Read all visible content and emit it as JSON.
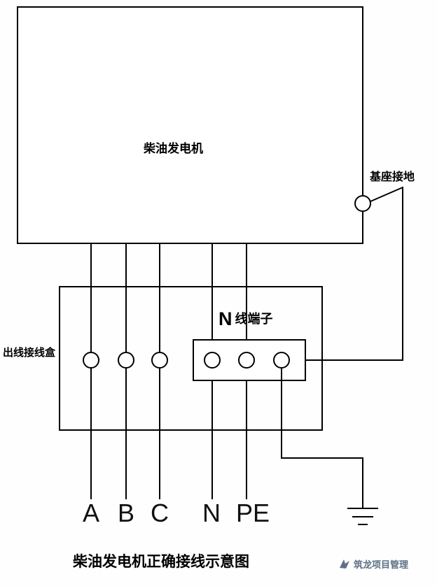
{
  "diagram": {
    "generator_label": "柴油发电机",
    "ground_label": "基座接地",
    "junction_box_label": "出线接线盒",
    "n_terminal": {
      "symbol": "N",
      "text": "线端子"
    },
    "phase_labels": [
      "A",
      "B",
      "C",
      "N",
      "PE"
    ],
    "caption": "柴油发电机正确接线示意图",
    "watermark": "筑龙项目管理",
    "colors": {
      "line": "#000000",
      "watermark": "#5d7186",
      "background": "#fefefe"
    }
  }
}
